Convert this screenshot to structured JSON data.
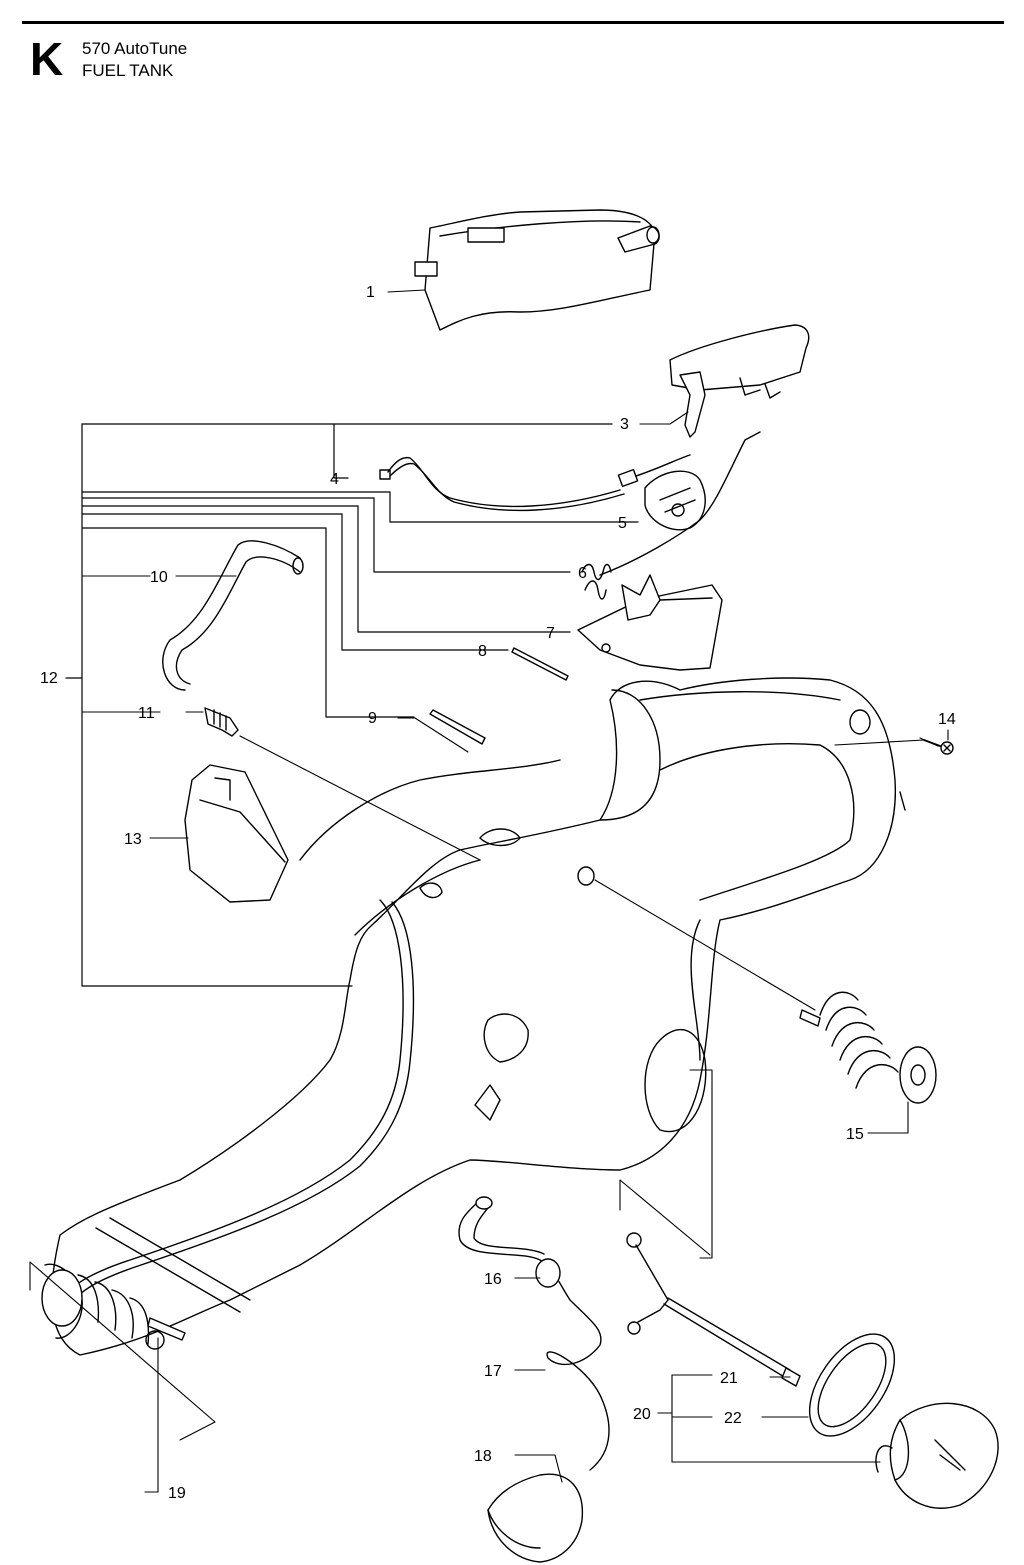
{
  "header": {
    "section_letter": "K",
    "model": "570 AutoTune",
    "title": "FUEL TANK"
  },
  "callouts": [
    {
      "id": "c1",
      "label": "1"
    },
    {
      "id": "c3",
      "label": "3"
    },
    {
      "id": "c4",
      "label": "4"
    },
    {
      "id": "c5",
      "label": "5"
    },
    {
      "id": "c6",
      "label": "6"
    },
    {
      "id": "c7",
      "label": "7"
    },
    {
      "id": "c8",
      "label": "8"
    },
    {
      "id": "c9",
      "label": "9"
    },
    {
      "id": "c10",
      "label": "10"
    },
    {
      "id": "c11",
      "label": "11"
    },
    {
      "id": "c12",
      "label": "12"
    },
    {
      "id": "c13",
      "label": "13"
    },
    {
      "id": "c14",
      "label": "14"
    },
    {
      "id": "c15",
      "label": "15"
    },
    {
      "id": "c16",
      "label": "16"
    },
    {
      "id": "c17",
      "label": "17"
    },
    {
      "id": "c18",
      "label": "18"
    },
    {
      "id": "c19",
      "label": "19"
    },
    {
      "id": "c20",
      "label": "20"
    },
    {
      "id": "c21",
      "label": "21"
    },
    {
      "id": "c22",
      "label": "22"
    }
  ]
}
